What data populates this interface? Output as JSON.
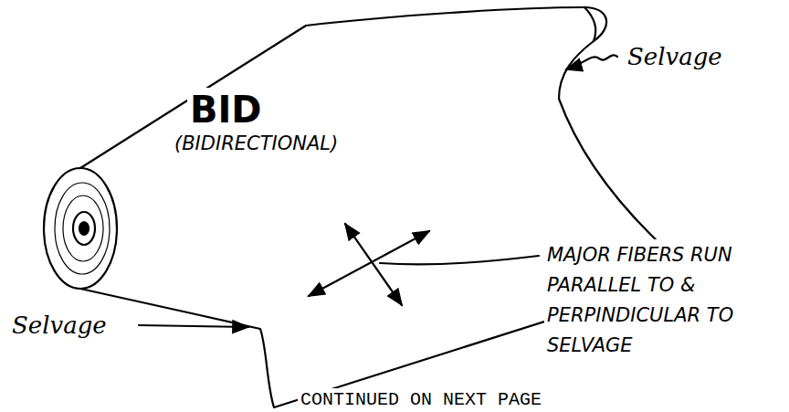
{
  "diagram": {
    "labels": [
      "BID",
      "(BIDIRECTIONAL)",
      "Selvage",
      "Selvage",
      "MAJOR FIBERS RUN PARALLEL TO & PERPINDICULAR TO SELVAGE",
      "CONTINUED ON NEXT PAGE"
    ]
  }
}
